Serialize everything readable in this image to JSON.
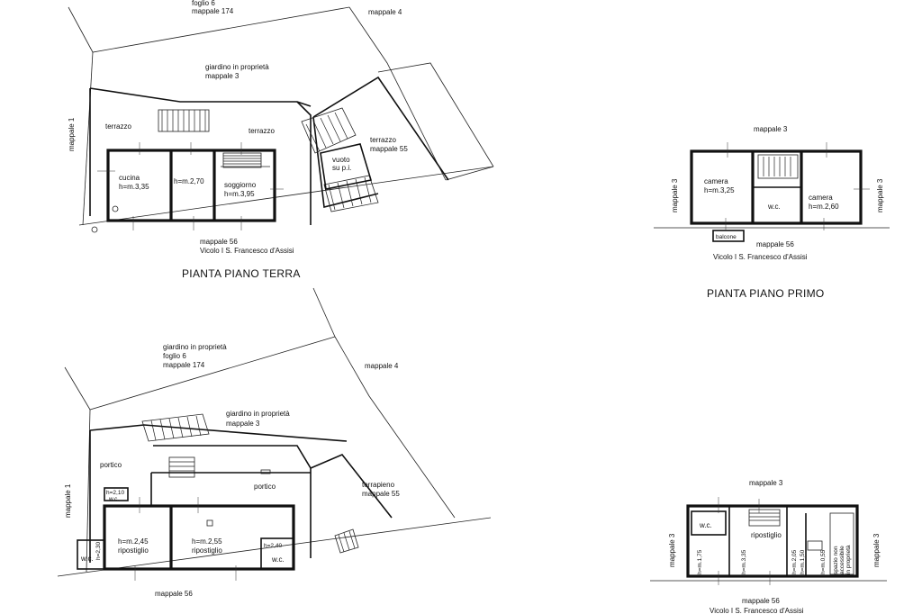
{
  "ground_floor": {
    "title": "PIANTA PIANO TERRA",
    "labels": {
      "foglio": "foglio 6",
      "mappale_174": "mappale 174",
      "mappale_4": "mappale 4",
      "giardino": "giardino in proprietà",
      "mappale_3": "mappale 3",
      "mappale_1": "mappale 1",
      "terrazzo_left": "terrazzo",
      "terrazzo_mid": "terrazzo",
      "terrazzo_right": "terrazzo",
      "mappale_55": "mappale 55",
      "vuoto_1": "vuoto",
      "vuoto_2": "su p.i.",
      "cucina": "cucina",
      "cucina_h": "h=m.3,35",
      "corridor_h": "h=m.2,70",
      "soggiorno": "soggiorno",
      "soggiorno_h": "h=m.3,95",
      "mappale_56": "mappale 56",
      "street": "Vicolo I S. Francesco d'Assisi"
    }
  },
  "first_floor": {
    "title": "PIANTA PIANO PRIMO",
    "labels": {
      "mappale_3_top": "mappale 3",
      "mappale_3_left": "mappale 3",
      "mappale_3_right": "mappale 3",
      "camera_left": "camera",
      "camera_left_h": "h=m.3,25",
      "wc": "w.c.",
      "camera_right": "camera",
      "camera_right_h": "h=m.2,60",
      "balcone": "balcone",
      "mappale_56": "mappale 56",
      "street": "Vicolo I S. Francesco d'Assisi"
    }
  },
  "basement": {
    "labels": {
      "giardino": "giardino in proprietà",
      "foglio": "foglio 6",
      "mappale_174": "mappale 174",
      "mappale_4": "mappale 4",
      "giardino_2": "giardino in proprietà",
      "mappale_3": "mappale 3",
      "mappale_1": "mappale 1",
      "portico_left": "portico",
      "portico_mid": "portico",
      "terrapieno": "terrapieno",
      "mappale_55": "mappale 55",
      "wc_h": "h=2,10",
      "wc_small": "w.c.",
      "wc_left": "w.c.",
      "h_230": "h=2,30",
      "rip_left_h": "h=m.2,45",
      "rip_left": "ripostiglio",
      "rip_mid_h": "h=m.2,55",
      "rip_mid": "ripostiglio",
      "wc_right_h": "h=2,40",
      "wc_right": "w.c.",
      "mappale_56": "mappale 56"
    }
  },
  "annex": {
    "labels": {
      "mappale_3_top": "mappale 3",
      "mappale_3_left": "mappale 3",
      "mappale_3_right": "mappale 3",
      "wc": "w.c.",
      "ripostiglio": "ripostiglio",
      "h_175": "h=m.1,75",
      "h_335": "h=m.3,35",
      "h_205": "h=m.2,05",
      "h_150": "h=m.1,50",
      "h_055": "h=m.0,55",
      "spazio_1": "spazio non",
      "spazio_2": "accessibile",
      "spazio_3": "in proprietà",
      "mappale_56": "mappale 56",
      "street": "Vicolo I S. Francesco d'Assisi"
    }
  }
}
